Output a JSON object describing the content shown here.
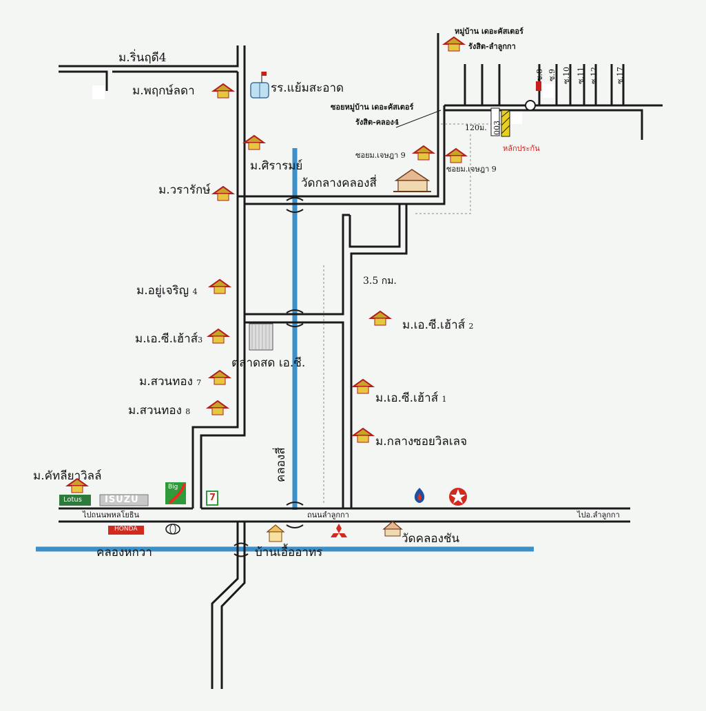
{
  "roads": {
    "rinrudee4": "ม.ริ่นฤดี4",
    "lumlukka_road": "ถนนลำลูกกา",
    "to_phahon": "ไปถนนพหลโยธิน",
    "to_lumlukka": "ไปอ.ลำลูกกา",
    "soi_wat": "ซอยม.เจษฎา 9",
    "soi_wat2": "ซอยม.เจษฎา 9",
    "soi_village": "ซอยหมู่บ้าน เดอะคัสเตอร์",
    "soi_village2": "รังสิต-คลอง4",
    "soi_numbers": [
      "ซ.8",
      "ซ.9",
      "ซ.10",
      "ซ.11",
      "ซ.12",
      "ซ.17"
    ],
    "dist_120": "120ม.",
    "dist_35": "3.5 กม.",
    "sign_003": "003"
  },
  "places": {
    "pruksa": "ม.พฤกษ์ลดา",
    "school": "รร.แย้มสะอาด",
    "sirarom": "ม.ศิรารมย์",
    "wararak": "ม.วรารักษ์",
    "wat_klangklong4": "วัดกลางคลองสี่",
    "village_castle": "หมู่บ้าน เดอะคัสเตอร์",
    "village_castle2": "รังสิต-ลำลูกกา",
    "landmark": "หลักประกัน",
    "yoocharoen": "ม.อยู่เจริญ",
    "yoocharoen_n": "4",
    "ec_house3": "ม.เอ.ซี.เฮ้าส์",
    "ec_house3_n": "3",
    "ec_house2": "ม.เอ.ซี.เฮ้าส์",
    "ec_house2_n": "2",
    "ec_house1": "ม.เอ.ซี.เฮ้าส์",
    "ec_house1_n": "1",
    "market": "ตลาดสด เอ.ซี.",
    "suanthong7": "ม.สวนทอง",
    "suanthong7_n": "7",
    "suanthong8": "ม.สวนทอง",
    "suanthong8_n": "8",
    "klang_soi_village": "ม.กลางซอยวิลเลจ",
    "khatleeya": "ม.คัทลียาวิลล์",
    "khlong4": "คลองสี่",
    "khlong_hok_wa": "คลองหกวา",
    "baan_eua": "บ้านเอื้ออาทร",
    "wat_khlong_chan": "วัดคลองชัน"
  },
  "brands": {
    "lotus": "Lotus",
    "isuzu": "ISUZU",
    "big": "Big",
    "honda": "HONDA",
    "seven": "7"
  },
  "colors": {
    "road": "#1a1a1a",
    "canal": "#3d8fc7",
    "house": "#c8a528",
    "house_roof": "#b51e1e",
    "landmark": "#d21c1c"
  }
}
